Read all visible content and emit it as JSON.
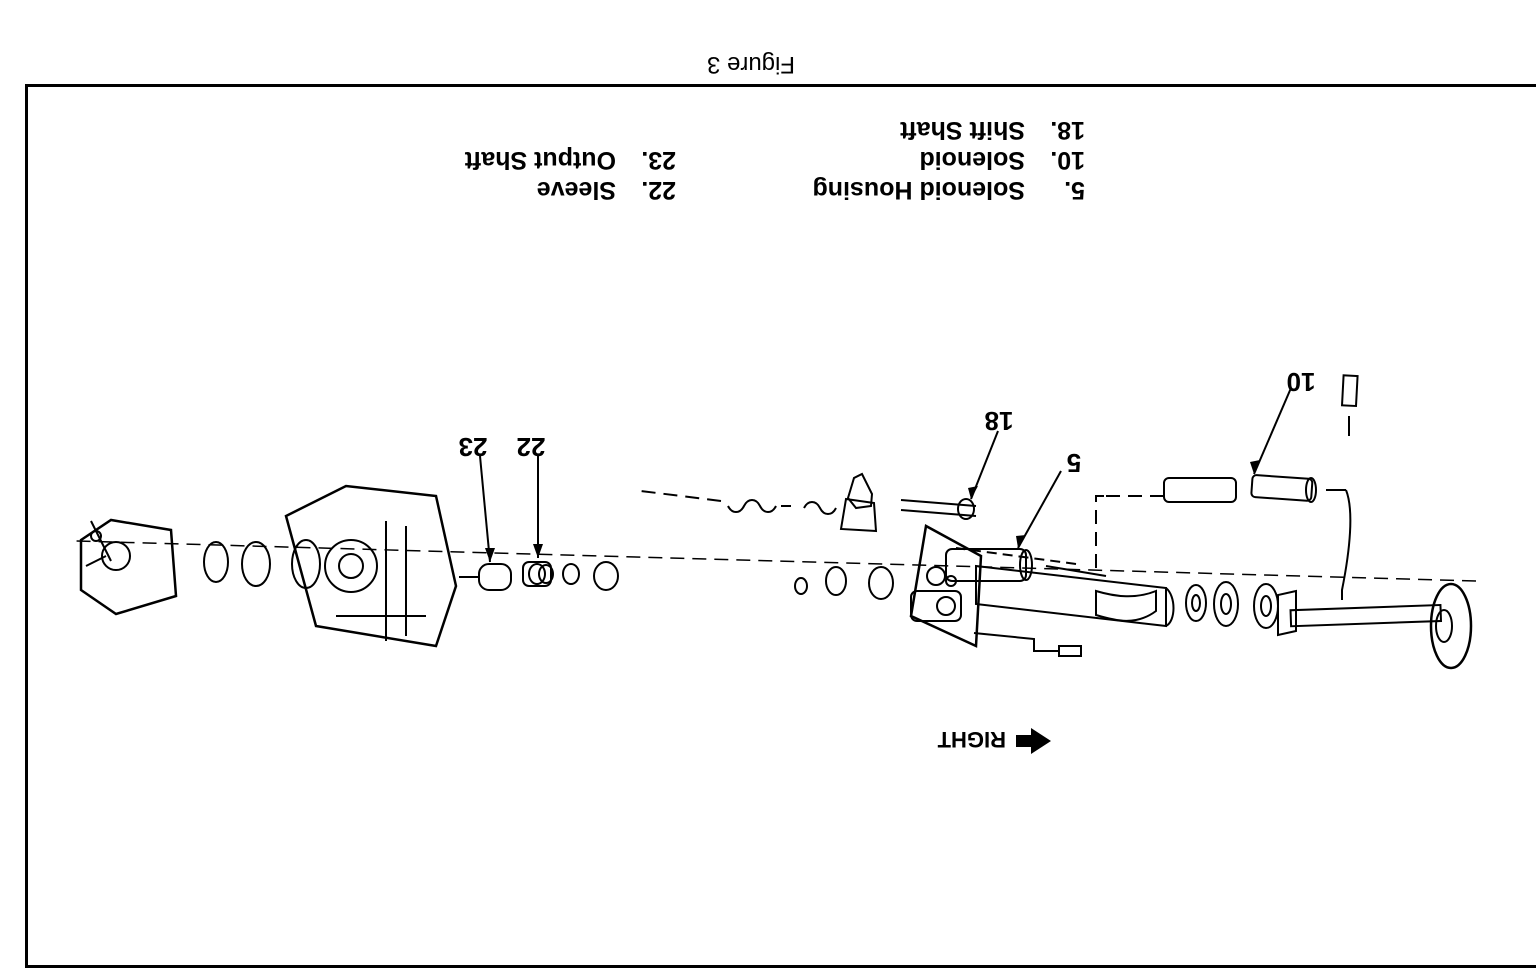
{
  "figure": {
    "caption": "Figure 3"
  },
  "legend": [
    {
      "number": "5.",
      "label": "Solenoid Housing"
    },
    {
      "number": "10.",
      "label": "Solenoid"
    },
    {
      "number": "18.",
      "label": "Shift Shaft"
    },
    {
      "number": "22.",
      "label": "Sleeve"
    },
    {
      "number": "23.",
      "label": "Output Shaft"
    }
  ],
  "callouts": {
    "c5": "5",
    "c10": "10",
    "c18": "18",
    "c22": "22",
    "c23": "23"
  },
  "direction": {
    "label": "RIGHT",
    "icon": "arrow-icon"
  }
}
